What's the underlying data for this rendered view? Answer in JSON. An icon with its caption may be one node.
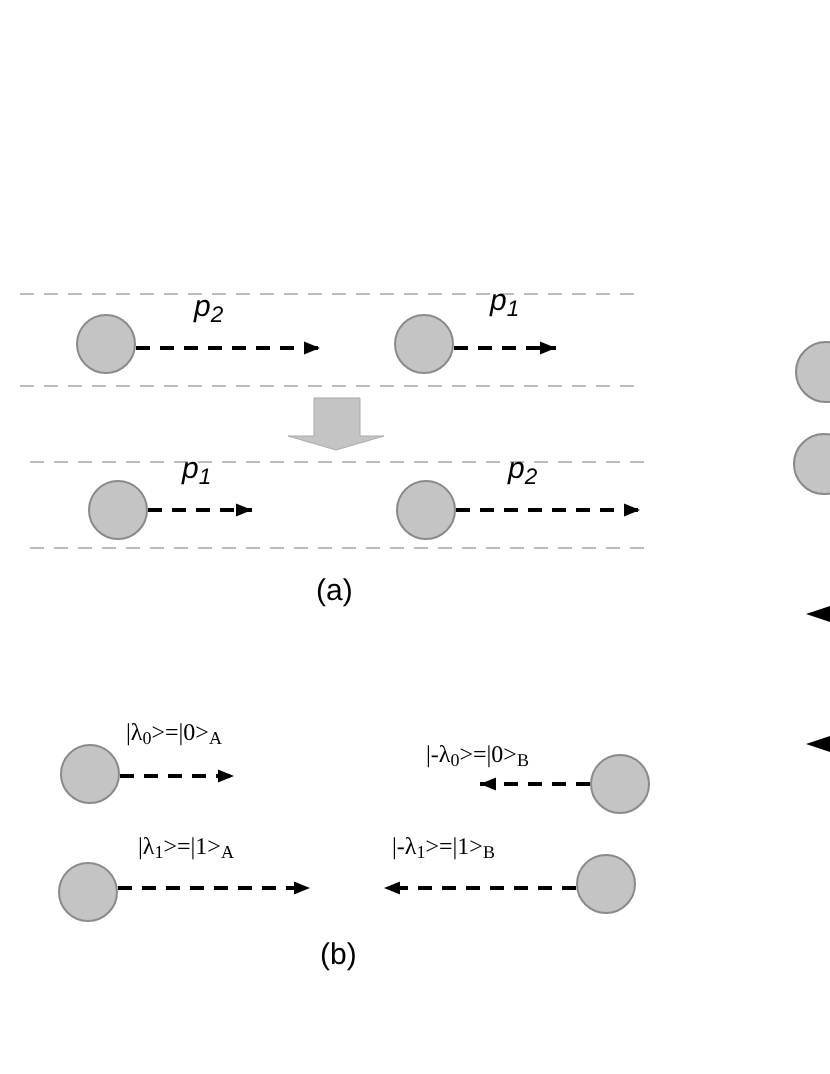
{
  "diagram": {
    "nodes": [
      {
        "text": [],
        "shape": "circle"
      },
      {
        "text": [],
        "shape": "circle"
      },
      {
        "text": [],
        "shape": "circle"
      },
      {
        "text": [],
        "shape": "circle"
      },
      {
        "text": [],
        "shape": "circle"
      },
      {
        "text": [],
        "shape": "circle"
      },
      {
        "text": [],
        "shape": "circle"
      },
      {
        "text": [],
        "shape": "circle"
      }
    ],
    "edges": [
      {
        "from": 0,
        "to": null,
        "arrow": "to",
        "style": "dashed",
        "label": "p$_{2}$"
      },
      {
        "from": 1,
        "to": null,
        "arrow": "to",
        "style": "dashed",
        "label": "p$_{1}$"
      },
      {
        "from": 2,
        "to": null,
        "arrow": "to",
        "style": "dashed",
        "label": "p$_{1}$"
      },
      {
        "from": 3,
        "to": null,
        "arrow": "to",
        "style": "dashed",
        "label": "p$_{2}$"
      },
      {
        "from": 4,
        "to": null,
        "arrow": "to",
        "style": "dashed",
        "label": "|λ$_{0}$>=|0>$_{A}$"
      },
      {
        "from": 5,
        "to": null,
        "arrow": "to",
        "style": "dashed",
        "label": "|-λ$_{0}$>=|0>$_{B}$"
      },
      {
        "from": 6,
        "to": null,
        "arrow": "to",
        "style": "dashed",
        "label": "|λ$_{1}$>=|1>$_{A}$"
      },
      {
        "from": 7,
        "to": null,
        "arrow": "to",
        "style": "dashed",
        "label": "|-λ$_{1}$>=|1>$_{B}$"
      }
    ],
    "labels": [
      "(a)",
      "(b)"
    ]
  }
}
